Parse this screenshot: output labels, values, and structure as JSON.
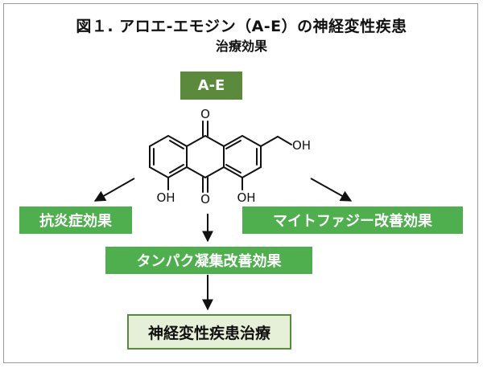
{
  "figure": {
    "title_line1": "図１. アロエ-エモジン（A-E）の神経変性疾患",
    "title_line2": "治療効果"
  },
  "molecule": {
    "label": "A-E",
    "atom_labels": {
      "ketone_top": "O",
      "ketone_bottom": "O",
      "hydroxyl_left": "OH",
      "hydroxyl_right": "OH",
      "hydroxymethyl": "OH"
    }
  },
  "effects": {
    "anti_inflammatory": "抗炎症効果",
    "mitophagy": "マイトファジー改善効果",
    "protein_aggregation": "タンパク凝集改善効果"
  },
  "outcome": {
    "label": "神経変性疾患治療"
  },
  "colors": {
    "dark_green": "#5b8a3c",
    "green": "#4fae4e",
    "pale_green": "#e6f0d8"
  }
}
